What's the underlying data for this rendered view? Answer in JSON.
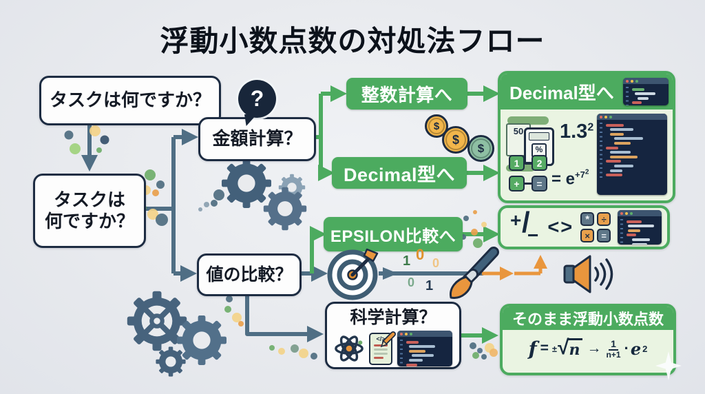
{
  "title": "浮動小数点数の対処法フロー",
  "colors": {
    "green": "#4cab5f",
    "slate": "#4f6e84",
    "navy": "#1d2c42",
    "orange": "#e9963d",
    "panel_bg": "#eaf4e2",
    "background": "#e8eaee"
  },
  "questions": {
    "start": "タスクは何ですか？",
    "task_line1": "タスクは",
    "task_line2": "何ですか？",
    "money": "金額計算？",
    "money_bubble": "?",
    "compare": "値の比較？",
    "science": "科学計算？"
  },
  "outcomes": {
    "integer": "整数計算へ",
    "decimal": "Decimal型へ",
    "epsilon": "EPSILON比較へ"
  },
  "decimal_panel": {
    "title": "Decimal型へ",
    "calc_value": "50",
    "calc_percent": "%",
    "power_base": "1.3",
    "power_exp": "2",
    "tiles": [
      "1",
      "2",
      "+",
      "="
    ],
    "formula_eq": "= e",
    "formula_exp": "+7",
    "formula_exp2": "2"
  },
  "epsilon_panel": {
    "plus": "+",
    "slash": "/",
    "minus": "−",
    "angle_brackets": "<>",
    "ops": [
      "*",
      "÷",
      "×",
      "="
    ]
  },
  "float_panel": {
    "title": "そのまま浮動小数点数",
    "f": "f",
    "equals": "=",
    "plus_minus": "±",
    "radicand": "n",
    "arrow": "→",
    "frac_num": "1",
    "frac_den": "n+1",
    "cdot": "·",
    "e": "e",
    "e_exp": "2"
  },
  "science_box": {
    "doc_code": "</>"
  },
  "coin_symbol": "$",
  "scatter_digits": [
    "1",
    "0",
    "0",
    "0",
    "1"
  ]
}
